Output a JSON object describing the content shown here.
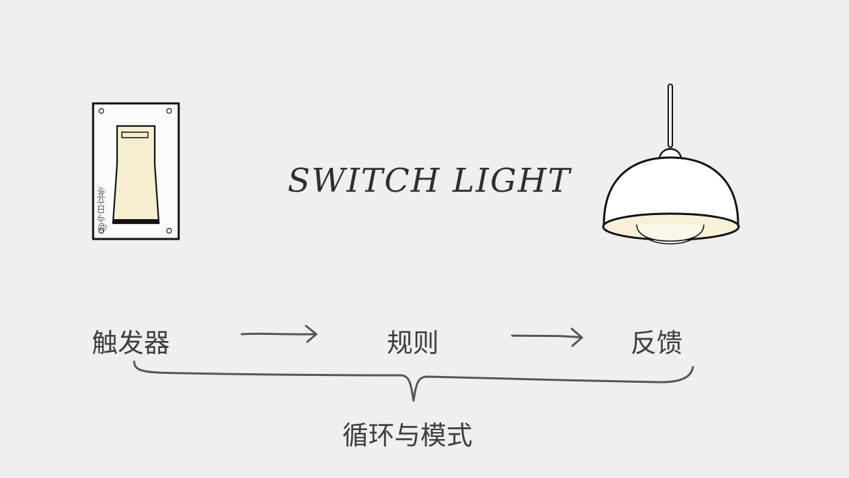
{
  "title": "SWITCH LIGHT",
  "watermark": "@今日立冬",
  "trigger": "触发器",
  "rule": "规则",
  "feedback": "反馈",
  "loop": "循环与模式",
  "colors": {
    "background": "#efefef",
    "ink": "#3e3e3e",
    "switch_fill": "#f6eecf",
    "lamp_glow": "#f7f1d7",
    "bulb": "#fbf7e8"
  },
  "icons": {
    "switch": "light-switch-icon",
    "lamp": "pendant-lamp-icon",
    "arrow_1": "arrow-right-icon",
    "arrow_2": "arrow-right-icon",
    "brace": "curly-brace-icon"
  }
}
